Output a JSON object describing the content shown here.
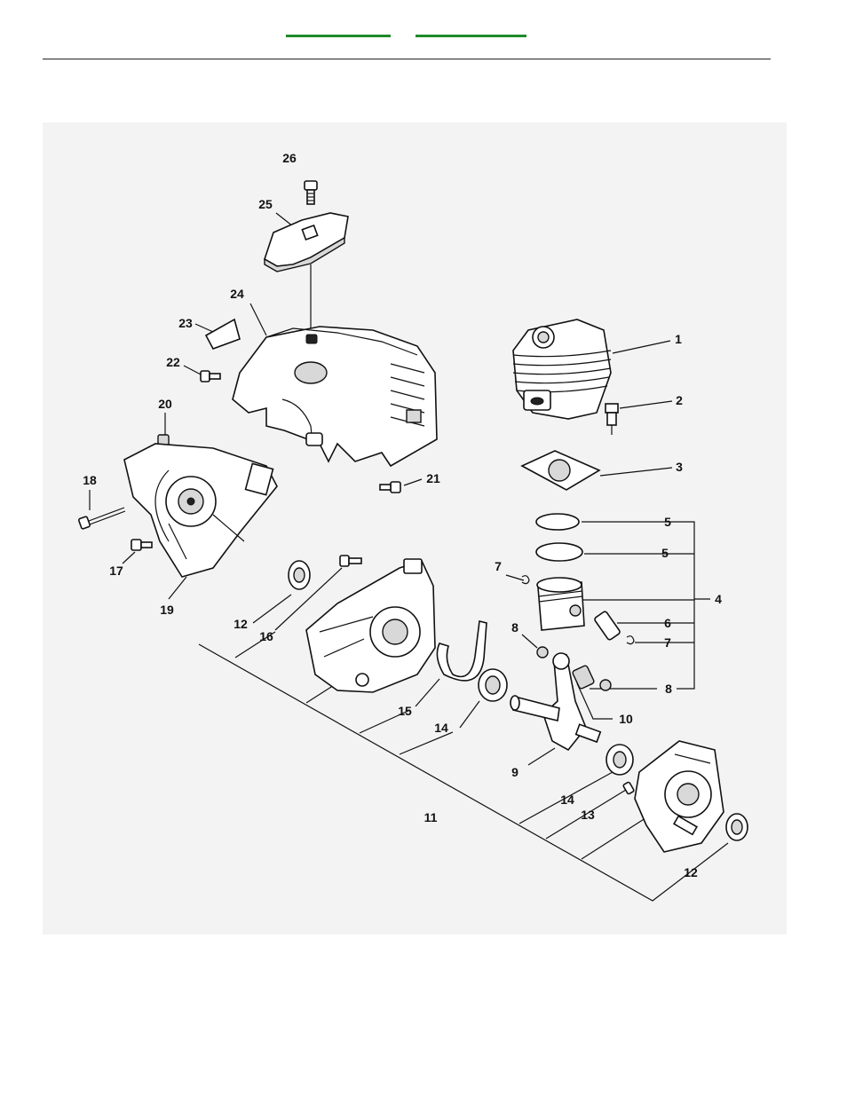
{
  "header": {
    "links": [
      {
        "label": ""
      },
      {
        "label": ""
      }
    ],
    "accent": "#1f8a2a"
  },
  "diagram": {
    "callouts": [
      "1",
      "2",
      "3",
      "4",
      "5",
      "5",
      "6",
      "7",
      "7",
      "8",
      "8",
      "9",
      "10",
      "11",
      "12",
      "12",
      "13",
      "14",
      "14",
      "15",
      "16",
      "17",
      "18",
      "19",
      "20",
      "21",
      "22",
      "23",
      "24",
      "25",
      "26"
    ]
  }
}
